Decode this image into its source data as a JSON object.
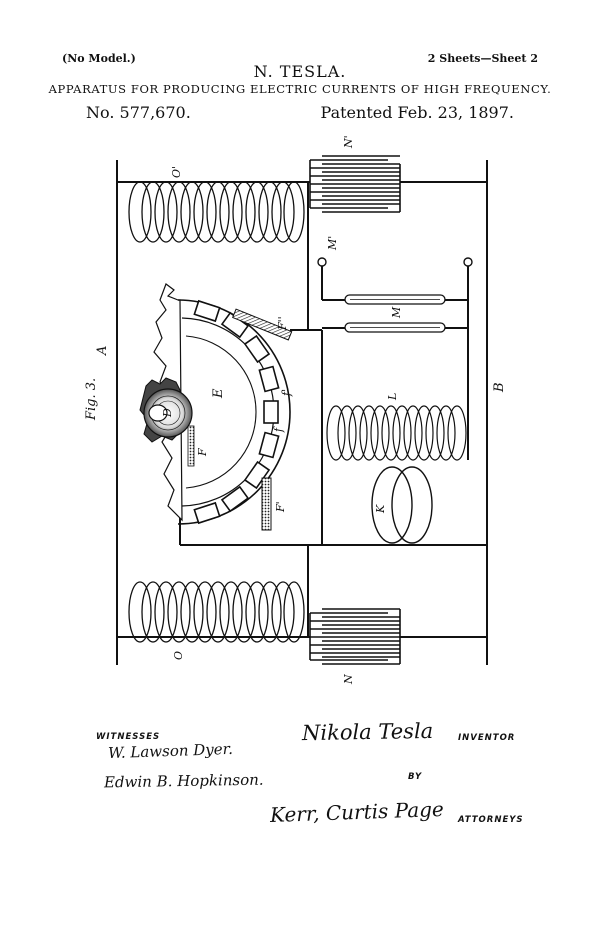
{
  "header": {
    "no_model": "(No Model.)",
    "sheets": "2 Sheets—Sheet 2",
    "inventor_name": "N. TESLA.",
    "title": "APPARATUS FOR PRODUCING ELECTRIC CURRENTS OF HIGH FREQUENCY.",
    "patent_number": "No. 577,670.",
    "patent_date": "Patented Feb. 23, 1897."
  },
  "figure": {
    "fig_label": "Fig. 3.",
    "labels": {
      "A": "A",
      "B": "B",
      "O_top": "O'",
      "O_bottom": "O",
      "N_top": "N'",
      "N_bottom": "N",
      "M_prime": "M'",
      "M": "M",
      "L": "L",
      "K": "K",
      "E": "E",
      "D": "D",
      "F_dprime": "F''",
      "F_prime": "F'",
      "F": "F",
      "f": "f",
      "f_prime": "f'"
    }
  },
  "footer": {
    "witnesses_label": "WITNESSES",
    "witness_1": "W. Lawson Dyer.",
    "witness_2": "Edwin B. Hopkinson.",
    "inventor_signature": "Nikola Tesla",
    "inventor_label": "INVENTOR",
    "by_label": "BY",
    "attorney_signature": "Kerr, Curtis Page",
    "attorneys_label": "ATTORNEYS"
  }
}
